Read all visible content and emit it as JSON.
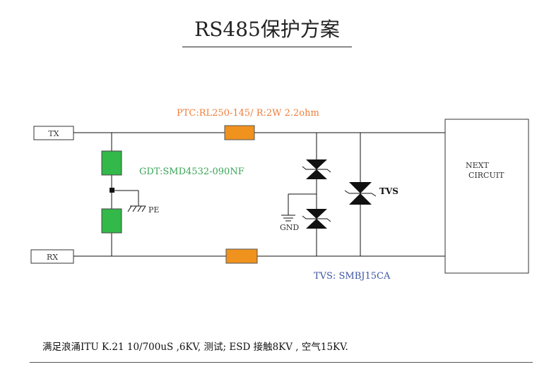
{
  "title": "RS485保护方案",
  "labels": {
    "tx": "TX",
    "rx": "RX",
    "ptc": "PTC:RL250-145/ R:2W 2.2ohm",
    "gdt": "GDT:SMD4532-090NF",
    "pe": "PE",
    "gnd": "GND",
    "tvs_symbol": "TVS",
    "tvs_part": "TVS: SMBJ15CA",
    "next_circuit_line1": "NEXT",
    "next_circuit_line2": "CIRCUIT"
  },
  "footer": "满足浪涌ITU  K.21   10/700uS ,6KV, 测试;  ESD  接触8KV ,  空气15KV.",
  "colors": {
    "ptc": "#f0921e",
    "gdt": "#33b84a",
    "ptc_text": "#ef7d3a",
    "gdt_text": "#3aa557",
    "tvs_text": "#3d55a4"
  }
}
